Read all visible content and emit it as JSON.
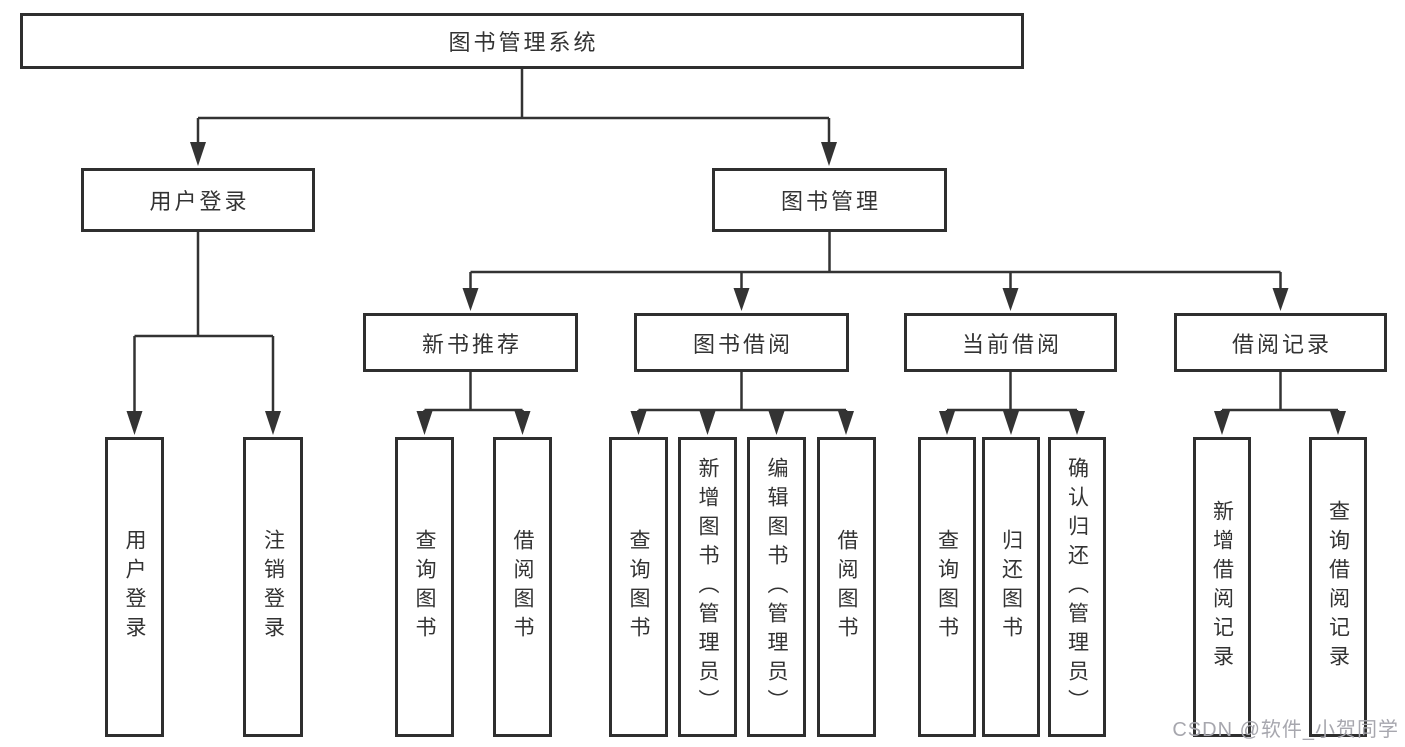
{
  "diagram": {
    "root_label": "图书管理系统",
    "level2_labels": [
      "用户登录",
      "图书管理"
    ],
    "level3_labels": [
      "新书推荐",
      "图书借阅",
      "当前借阅",
      "借阅记录"
    ],
    "leaf_labels": [
      "用户登录",
      "注销登录",
      "查询图书",
      "借阅图书",
      "查询图书",
      "新增图书（管理员）",
      "编辑图书（管理员）",
      "借阅图书",
      "查询图书",
      "归还图书",
      "确认归还（管理员）",
      "新增借阅记录",
      "查询借阅记录"
    ]
  },
  "watermark": "CSDN @软件_小贺同学",
  "colors": {
    "line": "#333333",
    "box_border": "#2f2f2f",
    "text": "#333333",
    "watermark": "#a7a7ae",
    "background": "#ffffff"
  }
}
